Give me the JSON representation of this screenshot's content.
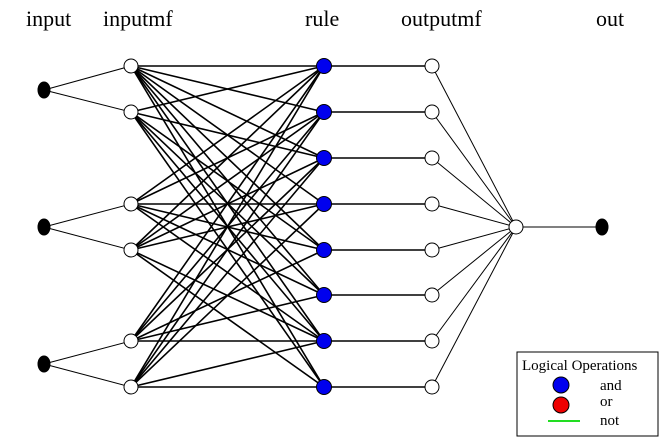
{
  "column_labels": {
    "input": "input",
    "inputmf": "inputmf",
    "rule": "rule",
    "outputmf": "outputmf",
    "out": "out"
  },
  "legend": {
    "title": "Logical Operations",
    "items": [
      {
        "label": "and",
        "symbol": "circle",
        "color": "#0000ee"
      },
      {
        "label": "or",
        "symbol": "circle",
        "color": "#ee0000"
      },
      {
        "label": "not",
        "symbol": "line",
        "color": "#22dd22"
      }
    ]
  },
  "colors": {
    "input_node": "#000000",
    "rule_node": "#0000ee",
    "hollow_node": "#ffffff",
    "edge": "#000000"
  },
  "network": {
    "input_count": 3,
    "inputmf_count": 6,
    "rule_count": 8,
    "outputmf_count": 8,
    "output_count": 1,
    "inputmf_to_rule_edges": [
      [
        0,
        0
      ],
      [
        0,
        1
      ],
      [
        0,
        2
      ],
      [
        0,
        3
      ],
      [
        0,
        4
      ],
      [
        0,
        5
      ],
      [
        0,
        6
      ],
      [
        0,
        7
      ],
      [
        1,
        0
      ],
      [
        1,
        2
      ],
      [
        1,
        4
      ],
      [
        1,
        5
      ],
      [
        1,
        6
      ],
      [
        1,
        7
      ],
      [
        2,
        0
      ],
      [
        2,
        1
      ],
      [
        2,
        3
      ],
      [
        2,
        4
      ],
      [
        2,
        5
      ],
      [
        2,
        6
      ],
      [
        3,
        0
      ],
      [
        3,
        1
      ],
      [
        3,
        2
      ],
      [
        3,
        3
      ],
      [
        3,
        6
      ],
      [
        3,
        7
      ],
      [
        4,
        0
      ],
      [
        4,
        1
      ],
      [
        4,
        2
      ],
      [
        4,
        4
      ],
      [
        4,
        5
      ],
      [
        4,
        6
      ],
      [
        5,
        0
      ],
      [
        5,
        1
      ],
      [
        5,
        2
      ],
      [
        5,
        3
      ],
      [
        5,
        6
      ],
      [
        5,
        7
      ]
    ]
  }
}
